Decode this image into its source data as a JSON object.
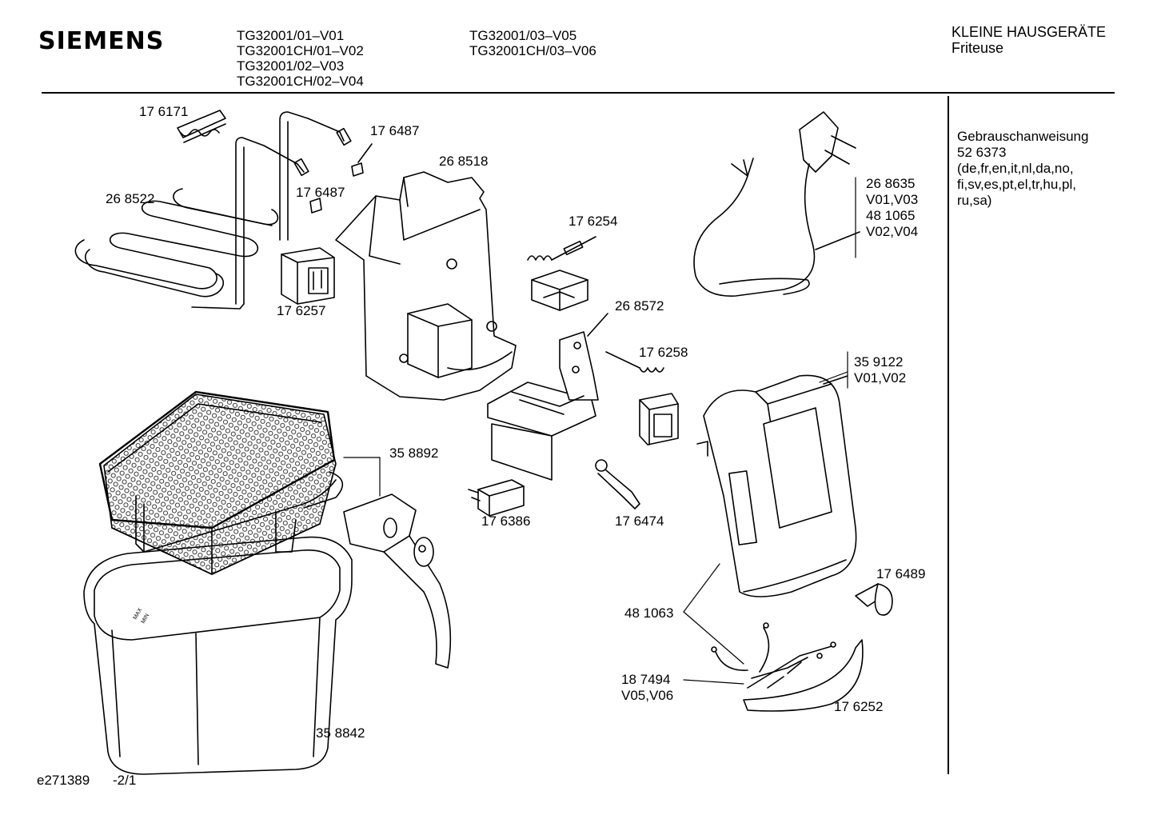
{
  "header": {
    "brand": "SIEMENS",
    "models_col1": [
      "TG32001/01–V01",
      "TG32001CH/01–V02",
      "TG32001/02–V03",
      "TG32001CH/02–V04"
    ],
    "models_col2": [
      "TG32001/03–V05",
      "TG32001CH/03–V06"
    ],
    "category": "KLEINE HAUSGERÄTE",
    "product": "Friteuse"
  },
  "sidebar": {
    "lines": [
      "Gebrauschanweisung",
      "52 6373",
      "(de,fr,en,it,nl,da,no,",
      "fi,sv,es,pt,el,tr,hu,pl,",
      "ru,sa)"
    ]
  },
  "parts": {
    "p176171": "17 6171",
    "p268522": "26 8522",
    "p176487a": "17 6487",
    "p176487b": "17 6487",
    "p268518": "26 8518",
    "p176257": "17 6257",
    "p176254": "17 6254",
    "p268635": "26 8635",
    "v0103": "V01,V03",
    "p481065": "48 1065",
    "v0204": "V02,V04",
    "p268572": "26 8572",
    "p176258": "17 6258",
    "p359122": "35 9122",
    "v0102": "V01,V02",
    "p358892": "35 8892",
    "p176386": "17 6386",
    "p176474": "17 6474",
    "p176489": "17 6489",
    "p481063": "48 1063",
    "p187494": "18 7494",
    "v0506": "V05,V06",
    "p176252": "17 6252",
    "p358842": "35 8842"
  },
  "footer": {
    "doc_id": "e271389",
    "page": "-2/1"
  },
  "basket_text": {
    "max": "MAX",
    "min": "MIN"
  }
}
